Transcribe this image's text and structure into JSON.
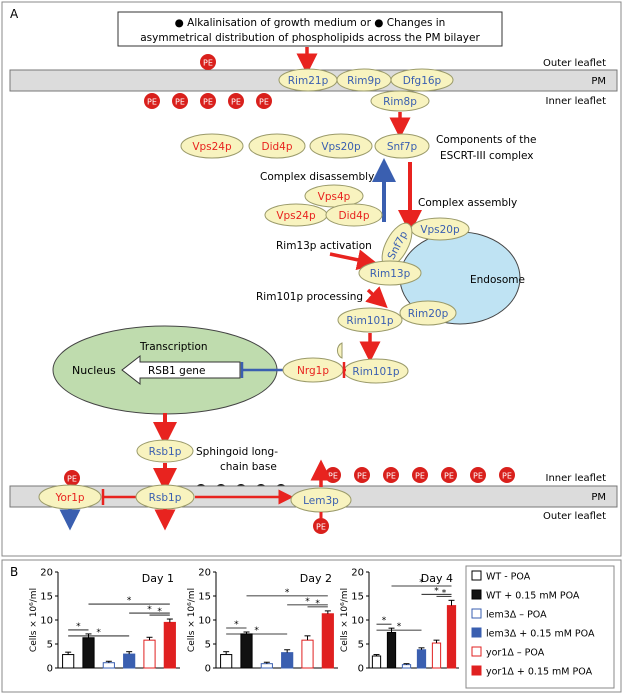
{
  "panel_a": {
    "label": "A",
    "box_line1": "● Alkalinisation of growth medium or ● Changes in",
    "box_line2": "asymmetrical distribution of phospholipids across the PM bilayer",
    "membrane_top": {
      "outer": "Outer leaflet",
      "pm": "PM",
      "inner": "Inner leaflet"
    },
    "membrane_bottom": {
      "outer": "Outer leaflet",
      "pm": "PM",
      "inner": "Inner leaflet"
    },
    "pe": "PE",
    "proteins": {
      "rim21p": "Rim21p",
      "rim9p": "Rim9p",
      "dfg16p": "Dfg16p",
      "rim8p": "Rim8p",
      "vps24p": "Vps24p",
      "did4p": "Did4p",
      "vps20p": "Vps20p",
      "snf7p": "Snf7p",
      "vps4p": "Vps4p",
      "vps24p_b": "Vps24p",
      "did4p_b": "Did4p",
      "snf7p_b": "Snf7p",
      "vps20p_b": "Vps20p",
      "rim13p": "Rim13p",
      "rim101p_a": "Rim101p",
      "rim20p": "Rim20p",
      "rim101p_b": "Rim101p",
      "nrg1p": "Nrg1p",
      "rsb1p_a": "Rsb1p",
      "rsb1p_b": "Rsb1p",
      "yor1p": "Yor1p",
      "lem3p": "Lem3p"
    },
    "labels": {
      "escrt_1": "Components of the",
      "escrt_2": "ESCRT-III  complex",
      "disassembly": "Complex disassembly",
      "assembly": "Complex assembly",
      "rim13_activation": "Rim13p activation",
      "endosome": "Endosome",
      "processing": "Rim101p processing",
      "transcription": "Transcription",
      "nucleus": "Nucleus",
      "gene": "RSB1  gene",
      "sphingoid_1": "Sphingoid long-",
      "sphingoid_2": "chain base"
    }
  },
  "panel_b": {
    "label": "B",
    "legend": [
      {
        "label": "WT - POA",
        "color": "#ffffff",
        "edge": "#000000"
      },
      {
        "label": "WT + 0.15 mM POA",
        "color": "#111111",
        "edge": "#000000"
      },
      {
        "label": "lem3Δ – POA",
        "color": "#ffffff",
        "edge": "#3a5fb0"
      },
      {
        "label": "lem3Δ + 0.15 mM POA",
        "color": "#3a5fb0",
        "edge": "#3a5fb0"
      },
      {
        "label": "yor1Δ – POA",
        "color": "#ffffff",
        "edge": "#e02020"
      },
      {
        "label": "yor1Δ + 0.15 mM POA",
        "color": "#e02020",
        "edge": "#e02020"
      }
    ]
  },
  "chart_data": [
    {
      "type": "bar",
      "title": "Day 1",
      "ylabel": "Cells × 10⁶/ml",
      "ylim": [
        0,
        20
      ],
      "yticks": [
        0,
        5,
        10,
        15,
        20
      ],
      "categories": [
        "WT - POA",
        "WT + 0.15 mM POA",
        "lem3Δ – POA",
        "lem3Δ + 0.15 mM POA",
        "yor1Δ – POA",
        "yor1Δ + 0.15 mM POA"
      ],
      "values": [
        2.8,
        6.3,
        1.1,
        2.9,
        5.8,
        9.5
      ],
      "errors": [
        0.5,
        0.8,
        0.3,
        0.5,
        0.6,
        0.7
      ],
      "significance": "*"
    },
    {
      "type": "bar",
      "title": "Day 2",
      "ylabel": "Cells × 10⁶/ml",
      "ylim": [
        0,
        20
      ],
      "yticks": [
        0,
        5,
        10,
        15,
        20
      ],
      "categories": [
        "WT - POA",
        "WT + 0.15 mM POA",
        "lem3Δ – POA",
        "lem3Δ + 0.15 mM POA",
        "yor1Δ – POA",
        "yor1Δ + 0.15 mM POA"
      ],
      "values": [
        2.8,
        7.1,
        0.9,
        3.2,
        5.8,
        11.3
      ],
      "errors": [
        0.6,
        0.4,
        0.3,
        0.6,
        0.9,
        0.6
      ],
      "significance": "*"
    },
    {
      "type": "bar",
      "title": "Day 4",
      "ylabel": "Cells × 10⁶/ml",
      "ylim": [
        0,
        20
      ],
      "yticks": [
        0,
        5,
        10,
        15,
        20
      ],
      "categories": [
        "WT - POA",
        "WT + 0.15 mM POA",
        "lem3Δ – POA",
        "lem3Δ + 0.15 mM POA",
        "yor1Δ – POA",
        "yor1Δ + 0.15 mM POA"
      ],
      "values": [
        2.5,
        7.4,
        0.7,
        3.8,
        5.2,
        13.0
      ],
      "errors": [
        0.3,
        0.9,
        0.2,
        0.4,
        0.6,
        1.1
      ],
      "significance": "*"
    }
  ],
  "colors": {
    "red": "#e8231f",
    "blue": "#3a5fb0",
    "protein_fill": "#f8f3bf",
    "protein_stroke": "#9a9a6a",
    "membrane": "#dcdcdc",
    "endosome": "#bfe3f3",
    "nucleus": "#bfdcae"
  }
}
